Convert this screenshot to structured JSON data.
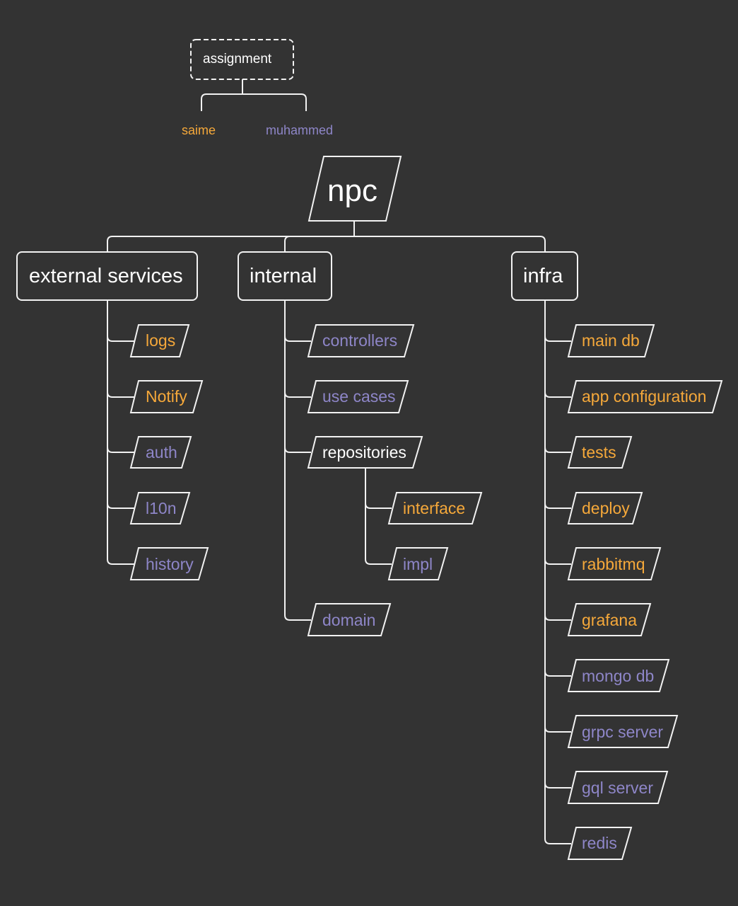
{
  "colors": {
    "background": "#333333",
    "line": "#f2f2f2",
    "text": "#ffffff",
    "saime": "#f5a83a",
    "muhammed": "#8e86c8"
  },
  "assignment": {
    "label": "assignment",
    "people": [
      {
        "name": "saime",
        "color": "#f5a83a"
      },
      {
        "name": "muhammed",
        "color": "#8e86c8"
      }
    ]
  },
  "root": {
    "label": "npc"
  },
  "branches": [
    {
      "label": "external services",
      "children": [
        {
          "label": "logs",
          "owner": "saime"
        },
        {
          "label": "Notify",
          "owner": "saime"
        },
        {
          "label": "auth",
          "owner": "muhammed"
        },
        {
          "label": "l10n",
          "owner": "muhammed"
        },
        {
          "label": "history",
          "owner": "muhammed"
        }
      ]
    },
    {
      "label": "internal",
      "children": [
        {
          "label": "controllers",
          "owner": "muhammed"
        },
        {
          "label": "use cases",
          "owner": "muhammed"
        },
        {
          "label": "repositories",
          "owner": "none",
          "children": [
            {
              "label": "interface",
              "owner": "saime"
            },
            {
              "label": "impl",
              "owner": "muhammed"
            }
          ]
        },
        {
          "label": "domain",
          "owner": "muhammed"
        }
      ]
    },
    {
      "label": "infra",
      "children": [
        {
          "label": "main db",
          "owner": "saime"
        },
        {
          "label": "app configuration",
          "owner": "saime"
        },
        {
          "label": "tests",
          "owner": "saime"
        },
        {
          "label": "deploy",
          "owner": "saime"
        },
        {
          "label": "rabbitmq",
          "owner": "saime"
        },
        {
          "label": "grafana",
          "owner": "saime"
        },
        {
          "label": "mongo db",
          "owner": "muhammed"
        },
        {
          "label": "grpc server",
          "owner": "muhammed"
        },
        {
          "label": "gql server",
          "owner": "muhammed"
        },
        {
          "label": "redis",
          "owner": "muhammed"
        }
      ]
    }
  ]
}
